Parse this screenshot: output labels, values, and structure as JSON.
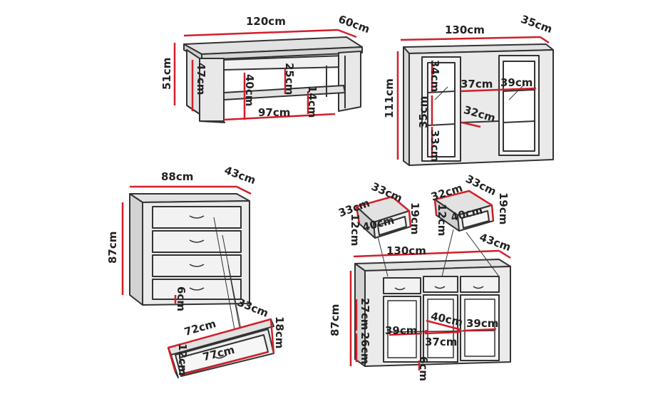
{
  "colors": {
    "outline": "#333333",
    "panel": "#e2e2e2",
    "shadow": "#c9c9c9",
    "dimension_line": "#d21f2a"
  },
  "coffee_table": {
    "width": "120cm",
    "depth": "60cm",
    "height": "51cm",
    "inner_height": "47cm",
    "shelf_gap": "40cm",
    "upper_gap": "25cm",
    "shelf_height": "14cm",
    "shelf_length": "97cm"
  },
  "display_cabinet": {
    "width": "130cm",
    "depth": "35cm",
    "height": "111cm",
    "shelf_top": "34cm",
    "shelf_lower": "35cm",
    "shelf_bottom": "33cm",
    "inner_width_left": "37cm",
    "inner_width_right": "39cm",
    "inner_depth": "32cm"
  },
  "chest_of_drawers": {
    "width": "88cm",
    "depth": "43cm",
    "height": "87cm",
    "leg_height": "6cm",
    "drawer": {
      "width": "72cm",
      "depth": "33cm",
      "height": "18cm",
      "inner_width": "77cm",
      "inner_height": "12cm"
    }
  },
  "sideboard": {
    "width": "130cm",
    "depth": "43cm",
    "height": "87cm",
    "leg_height": "6cm",
    "upper_door": "27cm",
    "lower_door": "26cm",
    "left_width": "39cm",
    "middle_width": "37cm",
    "right_width": "39cm",
    "shelf_depth": "40cm",
    "drawer_left": {
      "a": "33cm",
      "b": "33cm",
      "height": "19cm",
      "inner": "40cm",
      "inner_h": "12cm"
    },
    "drawer_right": {
      "a": "32cm",
      "b": "33cm",
      "height": "19cm",
      "inner": "40cm",
      "inner_h": "12cm"
    }
  }
}
